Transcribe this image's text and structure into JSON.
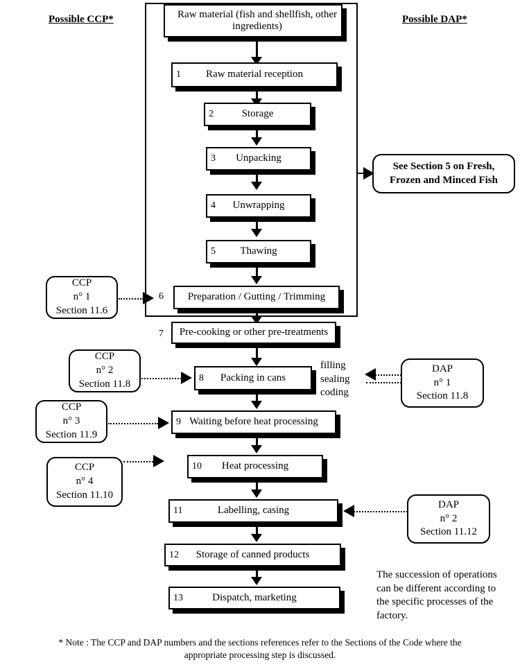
{
  "headers": {
    "left": "Possible CCP*",
    "right": "Possible DAP*"
  },
  "flow": {
    "start": {
      "line1": "Raw material (fish and shellfish, other",
      "line2": "ingredients)"
    },
    "steps": [
      {
        "num": "1",
        "label": "Raw material reception"
      },
      {
        "num": "2",
        "label": "Storage"
      },
      {
        "num": "3",
        "label": "Unpacking"
      },
      {
        "num": "4",
        "label": "Unwrapping"
      },
      {
        "num": "5",
        "label": "Thawing"
      },
      {
        "num": "6",
        "label": "Preparation / Gutting / Trimming"
      },
      {
        "num": "7",
        "label": "Pre-cooking or other pre-treatments"
      },
      {
        "num": "8",
        "label": "Packing in cans"
      },
      {
        "num": "9",
        "label": "Waiting before heat processing"
      },
      {
        "num": "10",
        "label": "Heat processing"
      },
      {
        "num": "11",
        "label": "Labelling, casing"
      },
      {
        "num": "12",
        "label": "Storage of canned products"
      },
      {
        "num": "13",
        "label": "Dispatch, marketing"
      }
    ]
  },
  "ccp": [
    {
      "title": "CCP",
      "number": "n° 1",
      "section": "Section 11.6"
    },
    {
      "title": "CCP",
      "number": "n° 2",
      "section": "Section 11.8"
    },
    {
      "title": "CCP",
      "number": "n° 3",
      "section": "Section 11.9"
    },
    {
      "title": "CCP",
      "number": "n° 4",
      "section": "Section 11.10"
    }
  ],
  "dap": [
    {
      "title": "DAP",
      "number": "n° 1",
      "section": "Section 11.8"
    },
    {
      "title": "DAP",
      "number": "n° 2",
      "section": "Section 11.12"
    }
  ],
  "see_section": {
    "line1": "See Section 5 on Fresh,",
    "line2": "Frozen and Minced Fish"
  },
  "packing_annotations": {
    "line1": "filling",
    "line2": "sealing",
    "line3": "coding"
  },
  "succession_note": {
    "line1": "The succession of operations",
    "line2": "can be different according to",
    "line3": "the specific processes of the",
    "line4": "factory."
  },
  "footnote": {
    "line1": "* Note : The CCP and DAP numbers and the sections references refer to the Sections of the Code where the",
    "line2": "appropriate processing step is discussed."
  },
  "colors": {
    "ink": "#000000",
    "paper": "#ffffff"
  }
}
